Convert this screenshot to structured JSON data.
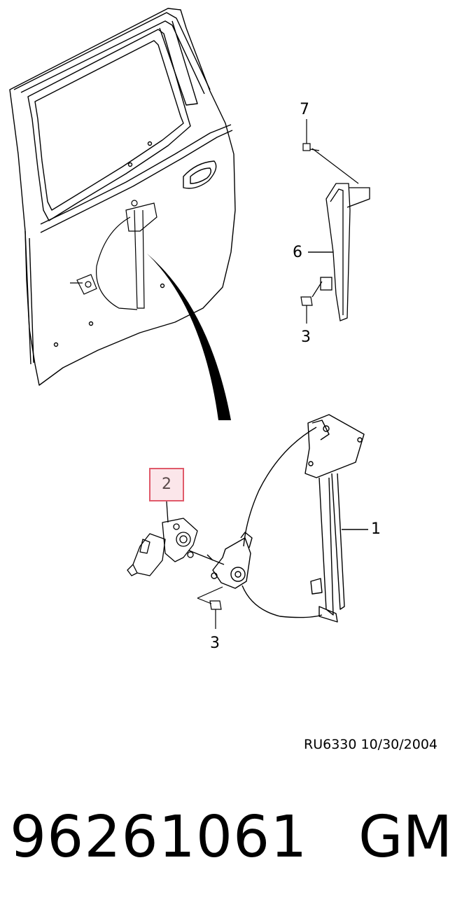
{
  "callouts": {
    "bolt": "7",
    "channel": "6",
    "nut_upper": "3",
    "regulator": "1",
    "motor": "2",
    "nut_lower": "3"
  },
  "highlight_color": "#e05a6a",
  "highlight_fill": "#fbe6ea",
  "drawing_ref": "RU6330  10/30/2004",
  "part_number": "96261061",
  "brand": "GM"
}
